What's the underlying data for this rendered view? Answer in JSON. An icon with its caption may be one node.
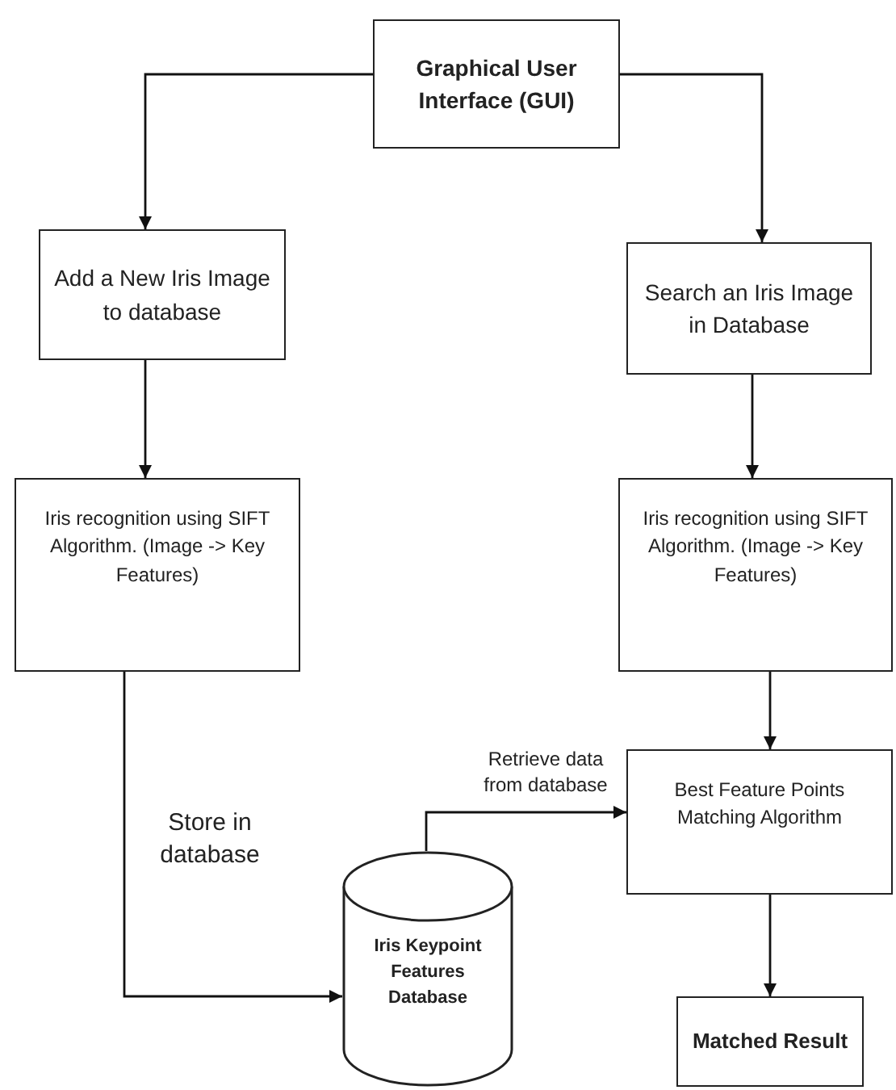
{
  "diagram": {
    "nodes": [
      {
        "text": [
          "Graphical User Interface (GUI)"
        ]
      },
      {
        "text": [
          "Add a New Iris Image to database"
        ]
      },
      {
        "text": [
          "Search an Iris Image in Database"
        ]
      },
      {
        "text": [
          "Iris recognition using SIFT Algorithm. (Image -> Key Features)"
        ]
      },
      {
        "text": [
          "Iris recognition using SIFT Algorithm. (Image -> Key Features)"
        ]
      },
      {
        "text": [
          "Best Feature Points Matching Algorithm"
        ]
      },
      {
        "text": [
          "Iris Keypoint Features Database"
        ]
      },
      {
        "text": [
          "Matched Result"
        ]
      }
    ],
    "edges": [
      {
        "from": 0,
        "to": 1,
        "arrow": "to"
      },
      {
        "from": 0,
        "to": 2,
        "arrow": "to"
      },
      {
        "from": 1,
        "to": 3,
        "arrow": "to"
      },
      {
        "from": 2,
        "to": 4,
        "arrow": "to"
      },
      {
        "from": 3,
        "to": 6,
        "arrow": "to",
        "label": "Store in database"
      },
      {
        "from": 6,
        "to": 5,
        "arrow": "to",
        "label": "Retrieve data from database"
      },
      {
        "from": 4,
        "to": 5,
        "arrow": "to"
      },
      {
        "from": 5,
        "to": 7,
        "arrow": "to"
      }
    ]
  }
}
